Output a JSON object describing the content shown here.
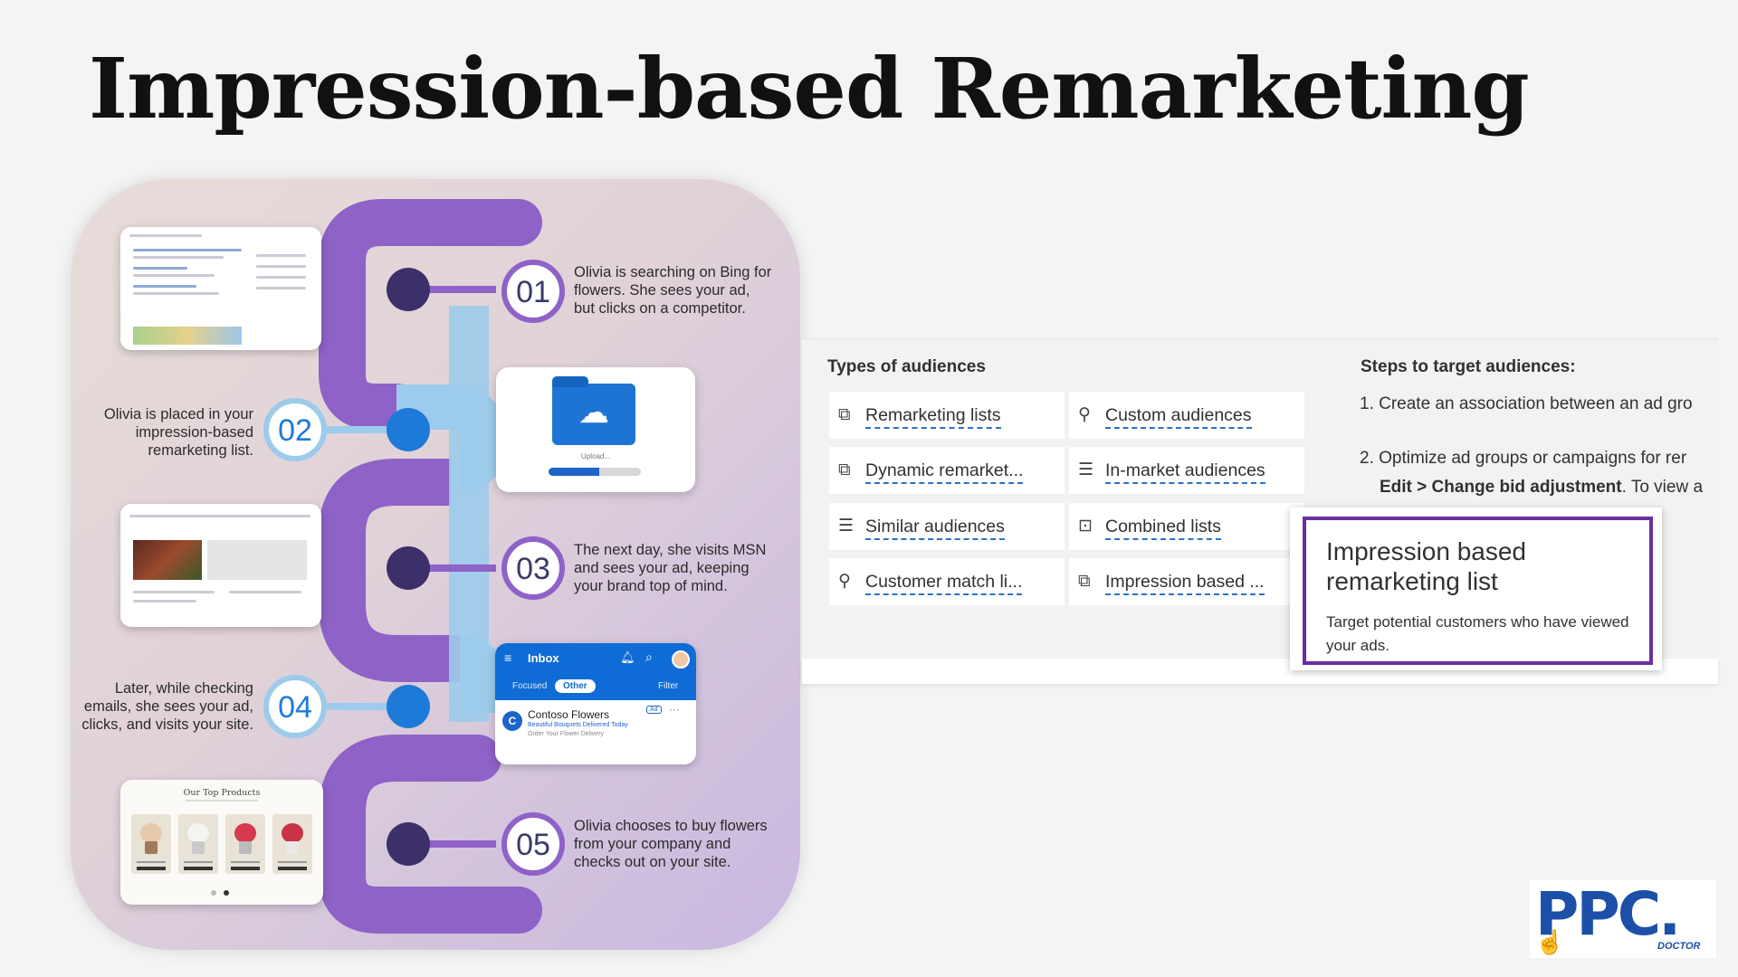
{
  "title": "Impression-based Remarketing",
  "infographic": {
    "steps": [
      {
        "number": "01",
        "text": "Olivia is searching on Bing for flowers. She sees your ad, but clicks on a competitor."
      },
      {
        "number": "02",
        "text": "Olivia is placed in your impression-based remarketing list."
      },
      {
        "number": "03",
        "text": "The next day, she visits MSN and sees your ad, keeping your brand top of mind."
      },
      {
        "number": "04",
        "text": "Later, while checking emails, she sees your ad, clicks, and visits your site."
      },
      {
        "number": "05",
        "text": "Olivia chooses to buy flowers from your company and checks out on your site."
      }
    ],
    "upload_label": "Upload...",
    "upload_progress": 0.55,
    "outlook": {
      "title": "Inbox",
      "tab_focused": "Focused",
      "tab_other": "Other",
      "filter": "Filter",
      "sender_initial": "C",
      "sender": "Contoso Flowers",
      "subject": "Beautiful Bouquets Delivered Today",
      "preview": "Order Your Flower Delivery",
      "ad_badge": "Ad"
    },
    "products_title": "Our Top Products"
  },
  "audiences": {
    "heading": "Types of audiences",
    "items": [
      {
        "label": "Remarketing lists",
        "icon": "remarketing-icon"
      },
      {
        "label": "Custom audiences",
        "icon": "custom-audience-icon"
      },
      {
        "label": "Dynamic remarket...",
        "icon": "dynamic-remarketing-icon"
      },
      {
        "label": "In-market audiences",
        "icon": "list-icon"
      },
      {
        "label": "Similar audiences",
        "icon": "list-icon"
      },
      {
        "label": "Combined lists",
        "icon": "combined-list-icon"
      },
      {
        "label": "Customer match li...",
        "icon": "customer-match-icon"
      },
      {
        "label": "Impression based ...",
        "icon": "impression-icon"
      }
    ],
    "steps_heading": "Steps to target audiences:",
    "step1": "1. Create an association between an ad gro",
    "step2": "2. Optimize ad groups or campaigns for rer",
    "step2_cont_edit": "Edit",
    "step2_cont_sep": " > ",
    "step2_cont_change": "Change bid adjustment",
    "step2_cont_rest": ". To view a"
  },
  "tooltip": {
    "title": "Impression based remarketing list",
    "description": "Target potential customers who have viewed your ads."
  },
  "logo": {
    "main": "PPC.",
    "sub": "DOCTOR"
  },
  "colors": {
    "purple": "#8e62c7",
    "light_blue": "#9ccbeb",
    "navy_dot": "#3c2f6a",
    "blue_dot": "#1e7ad8",
    "tooltip_border": "#6b2fa0",
    "link_dash": "#2b72c9"
  }
}
